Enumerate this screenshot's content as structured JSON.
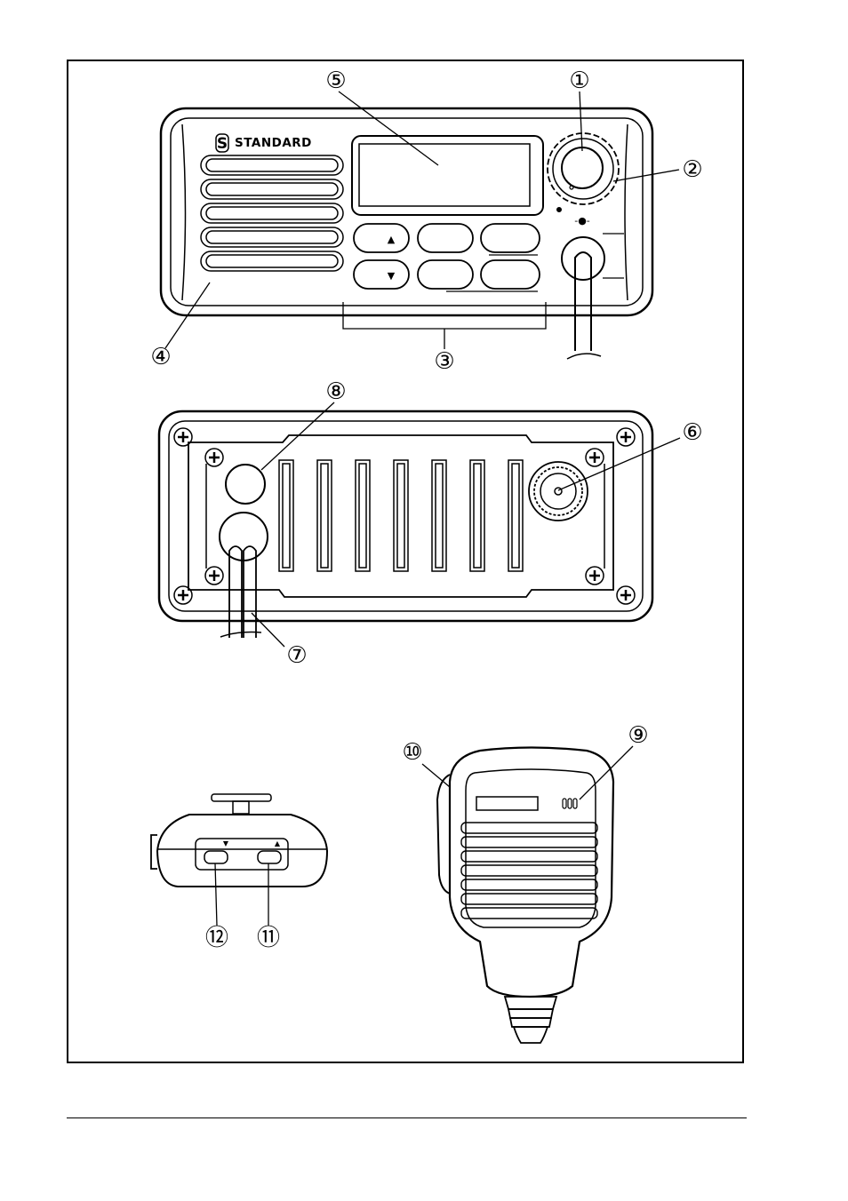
{
  "brand": {
    "text": "STANDARD",
    "logo_glyph": "S"
  },
  "buttons": {
    "up_glyph": "▲",
    "down_glyph": "▼"
  },
  "callouts": [
    {
      "id": "1",
      "glyph": "①"
    },
    {
      "id": "2",
      "glyph": "②"
    },
    {
      "id": "3",
      "glyph": "③"
    },
    {
      "id": "4",
      "glyph": "④"
    },
    {
      "id": "5",
      "glyph": "⑤"
    },
    {
      "id": "6",
      "glyph": "⑥"
    },
    {
      "id": "7",
      "glyph": "⑦"
    },
    {
      "id": "8",
      "glyph": "⑧"
    },
    {
      "id": "9",
      "glyph": "⑨"
    },
    {
      "id": "10",
      "glyph": "⑩"
    },
    {
      "id": "11",
      "glyph": "⑪"
    },
    {
      "id": "12",
      "glyph": "⑫"
    }
  ],
  "colors": {
    "line": "#000000",
    "background": "#ffffff"
  }
}
